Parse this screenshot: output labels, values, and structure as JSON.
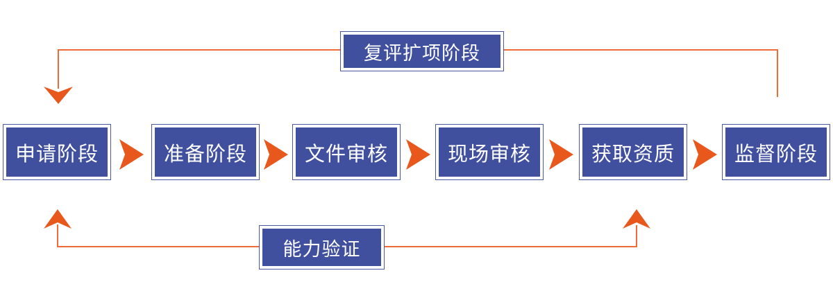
{
  "diagram": {
    "type": "flowchart",
    "stages": [
      {
        "id": "application",
        "label": "申请阶段"
      },
      {
        "id": "preparation",
        "label": "准备阶段"
      },
      {
        "id": "document-review",
        "label": "文件审核"
      },
      {
        "id": "onsite-review",
        "label": "现场审核"
      },
      {
        "id": "obtain-qualification",
        "label": "获取资质"
      },
      {
        "id": "supervision",
        "label": "监督阶段"
      }
    ],
    "feedback_loops": {
      "top": {
        "label": "复评扩项阶段",
        "from": "监督阶段",
        "to": "申请阶段"
      },
      "bottom": {
        "label": "能力验证",
        "connects": [
          "申请阶段",
          "获取资质"
        ]
      }
    },
    "colors": {
      "box_fill": "#41509E",
      "box_border": "#4757A5",
      "arrowhead_orange": "#E8571C",
      "line_orange": "#EF6C39",
      "text": "#FFFFFF",
      "background": "#FFFFFF"
    }
  }
}
